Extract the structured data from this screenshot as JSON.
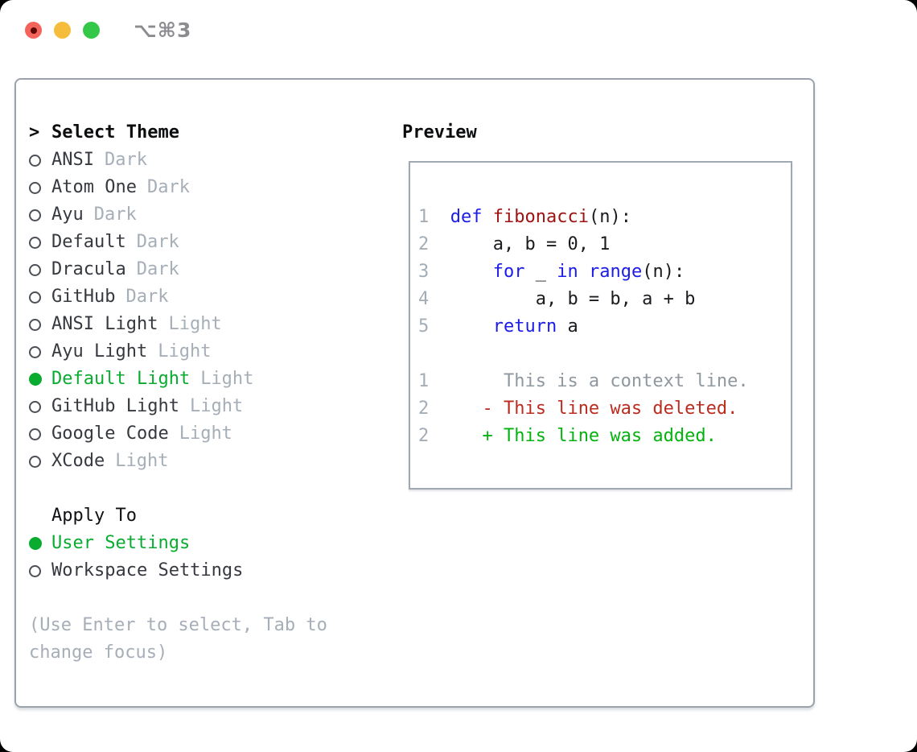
{
  "window": {
    "shortcut": "⌥⌘3"
  },
  "theme_picker": {
    "prompt": ">",
    "title": "Select Theme",
    "items": [
      {
        "name": "ANSI",
        "tag": "Dark",
        "selected": false
      },
      {
        "name": "Atom One",
        "tag": "Dark",
        "selected": false
      },
      {
        "name": "Ayu",
        "tag": "Dark",
        "selected": false
      },
      {
        "name": "Default",
        "tag": "Dark",
        "selected": false
      },
      {
        "name": "Dracula",
        "tag": "Dark",
        "selected": false
      },
      {
        "name": "GitHub",
        "tag": "Dark",
        "selected": false
      },
      {
        "name": "ANSI Light",
        "tag": "Light",
        "selected": false
      },
      {
        "name": "Ayu Light",
        "tag": "Light",
        "selected": false
      },
      {
        "name": "Default Light",
        "tag": "Light",
        "selected": true
      },
      {
        "name": "GitHub Light",
        "tag": "Light",
        "selected": false
      },
      {
        "name": "Google Code",
        "tag": "Light",
        "selected": false
      },
      {
        "name": "XCode",
        "tag": "Light",
        "selected": false
      }
    ]
  },
  "apply_to": {
    "title": "Apply To",
    "options": [
      {
        "label": "User Settings",
        "selected": true
      },
      {
        "label": "Workspace Settings",
        "selected": false
      }
    ]
  },
  "hint": "(Use Enter to select, Tab to change focus)",
  "preview": {
    "title": "Preview",
    "code_lines": [
      {
        "num": "1",
        "segments": [
          {
            "text": "def",
            "color": "keyword"
          },
          {
            "text": " "
          },
          {
            "text": "fibonacci",
            "color": "function"
          },
          {
            "text": "(n):"
          }
        ]
      },
      {
        "num": "2",
        "segments": [
          {
            "text": "    a, b = 0, 1"
          }
        ]
      },
      {
        "num": "3",
        "segments": [
          {
            "text": "    "
          },
          {
            "text": "for",
            "color": "keyword"
          },
          {
            "text": " _ "
          },
          {
            "text": "in",
            "color": "keyword"
          },
          {
            "text": " "
          },
          {
            "text": "range",
            "color": "keyword"
          },
          {
            "text": "(n):"
          }
        ]
      },
      {
        "num": "4",
        "segments": [
          {
            "text": "        a, b = b, a + b"
          }
        ]
      },
      {
        "num": "5",
        "segments": [
          {
            "text": "    "
          },
          {
            "text": "return",
            "color": "keyword"
          },
          {
            "text": " a"
          }
        ]
      }
    ],
    "diff_lines": [
      {
        "num": "1",
        "type": "context",
        "text": "     This is a context line."
      },
      {
        "num": "2",
        "type": "deleted",
        "text": "   - This line was deleted."
      },
      {
        "num": "2",
        "type": "added",
        "text": "   + This line was added."
      }
    ]
  },
  "colors": {
    "accent_green": "#0aab31",
    "keyword_blue": "#1c1ce6",
    "function_red": "#9e1212",
    "deleted_red": "#bb2c1f",
    "added_green": "#04b30f",
    "context_gray": "#8f979f",
    "muted_gray": "#a6aeb8",
    "line_number_gray": "#a4adb6",
    "text_dark": "#36393f",
    "border_gray": "#9aa2ad",
    "traffic_red": "#f4645c",
    "traffic_yellow": "#f6bd3c",
    "traffic_green": "#35c748"
  }
}
